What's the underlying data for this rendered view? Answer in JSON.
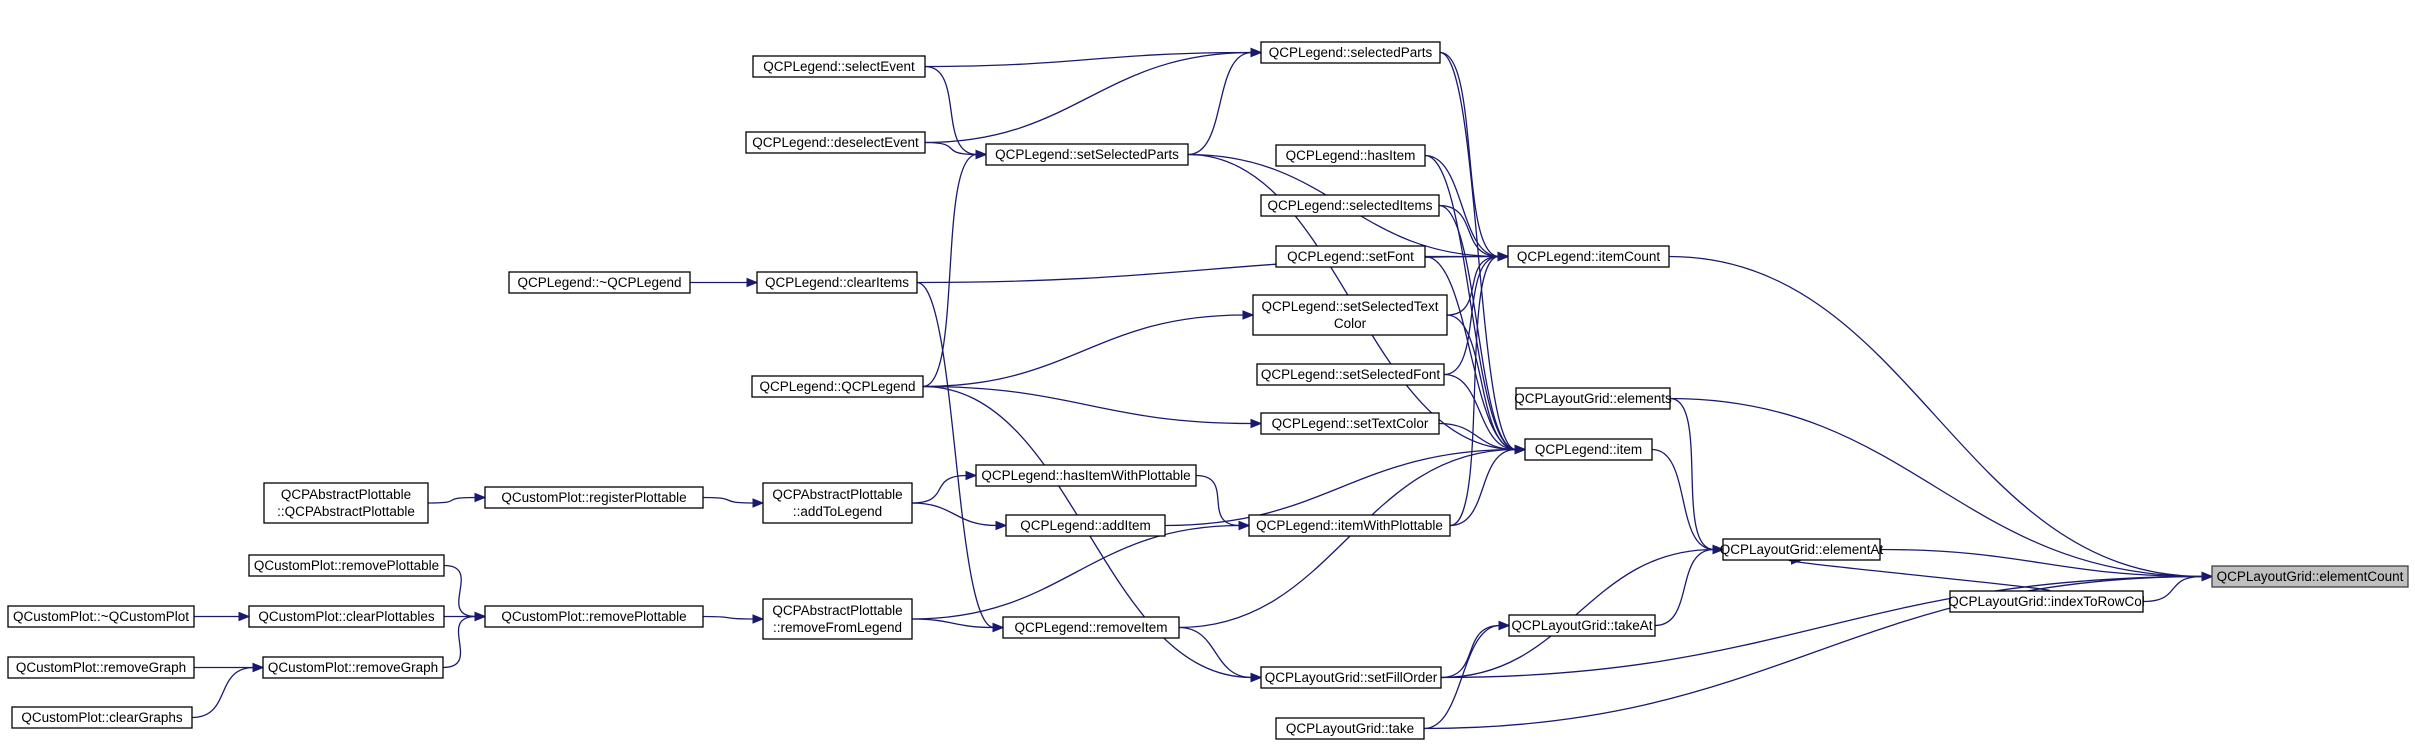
{
  "graph": {
    "nodes": [
      {
        "id": "elementCount",
        "lines": [
          "QCPLayoutGrid::elementCount"
        ],
        "focus": true
      },
      {
        "id": "elementAt",
        "lines": [
          "QCPLayoutGrid::elementAt"
        ]
      },
      {
        "id": "indexToRowCol",
        "lines": [
          "QCPLayoutGrid::indexToRowCol"
        ]
      },
      {
        "id": "itemCount",
        "lines": [
          "QCPLegend::itemCount"
        ]
      },
      {
        "id": "item",
        "lines": [
          "QCPLegend::item"
        ]
      },
      {
        "id": "elements",
        "lines": [
          "QCPLayoutGrid::elements"
        ]
      },
      {
        "id": "takeAt",
        "lines": [
          "QCPLayoutGrid::takeAt"
        ]
      },
      {
        "id": "take",
        "lines": [
          "QCPLayoutGrid::take"
        ]
      },
      {
        "id": "setFillOrder",
        "lines": [
          "QCPLayoutGrid::setFillOrder"
        ]
      },
      {
        "id": "selectedParts",
        "lines": [
          "QCPLegend::selectedParts"
        ]
      },
      {
        "id": "hasItem",
        "lines": [
          "QCPLegend::hasItem"
        ]
      },
      {
        "id": "selectedItems",
        "lines": [
          "QCPLegend::selectedItems"
        ]
      },
      {
        "id": "setFont",
        "lines": [
          "QCPLegend::setFont"
        ]
      },
      {
        "id": "setSelectedTextColor",
        "lines": [
          "QCPLegend::setSelectedText",
          "Color"
        ]
      },
      {
        "id": "setSelectedFont",
        "lines": [
          "QCPLegend::setSelectedFont"
        ]
      },
      {
        "id": "setTextColor",
        "lines": [
          "QCPLegend::setTextColor"
        ]
      },
      {
        "id": "itemWithPlottable",
        "lines": [
          "QCPLegend::itemWithPlottable"
        ]
      },
      {
        "id": "setSelectedParts",
        "lines": [
          "QCPLegend::setSelectedParts"
        ]
      },
      {
        "id": "hasItemWithPlottable",
        "lines": [
          "QCPLegend::hasItemWithPlottable"
        ]
      },
      {
        "id": "addItem",
        "lines": [
          "QCPLegend::addItem"
        ]
      },
      {
        "id": "removeItem",
        "lines": [
          "QCPLegend::removeItem"
        ]
      },
      {
        "id": "selectEvent",
        "lines": [
          "QCPLegend::selectEvent"
        ]
      },
      {
        "id": "deselectEvent",
        "lines": [
          "QCPLegend::deselectEvent"
        ]
      },
      {
        "id": "clearItems",
        "lines": [
          "QCPLegend::clearItems"
        ]
      },
      {
        "id": "ctor",
        "lines": [
          "QCPLegend::QCPLegend"
        ]
      },
      {
        "id": "dtor",
        "lines": [
          "QCPLegend::~QCPLegend"
        ]
      },
      {
        "id": "addToLegend",
        "lines": [
          "QCPAbstractPlottable",
          "::addToLegend"
        ]
      },
      {
        "id": "removeFromLegend",
        "lines": [
          "QCPAbstractPlottable",
          "::removeFromLegend"
        ]
      },
      {
        "id": "registerPlottable",
        "lines": [
          "QCustomPlot::registerPlottable"
        ]
      },
      {
        "id": "absCtor",
        "lines": [
          "QCPAbstractPlottable",
          "::QCPAbstractPlottable"
        ]
      },
      {
        "id": "removePlottableA",
        "lines": [
          "QCustomPlot::removePlottable"
        ]
      },
      {
        "id": "removePlottableB",
        "lines": [
          "QCustomPlot::removePlottable"
        ]
      },
      {
        "id": "clearPlottables",
        "lines": [
          "QCustomPlot::clearPlottables"
        ]
      },
      {
        "id": "removeGraphA",
        "lines": [
          "QCustomPlot::removeGraph"
        ]
      },
      {
        "id": "removeGraphB",
        "lines": [
          "QCustomPlot::removeGraph"
        ]
      },
      {
        "id": "cpDtor",
        "lines": [
          "QCustomPlot::~QCustomPlot"
        ]
      },
      {
        "id": "clearGraphs",
        "lines": [
          "QCustomPlot::clearGraphs"
        ]
      }
    ],
    "edges": [
      {
        "from": "elementAt",
        "to": "elementCount"
      },
      {
        "from": "indexToRowCol",
        "to": "elementCount"
      },
      {
        "from": "itemCount",
        "to": "elementCount"
      },
      {
        "from": "elements",
        "to": "elementCount"
      },
      {
        "from": "setFillOrder",
        "to": "elementCount"
      },
      {
        "from": "take",
        "to": "elementCount"
      },
      {
        "from": "indexToRowCol",
        "to": "elementAt"
      },
      {
        "from": "item",
        "to": "elementAt"
      },
      {
        "from": "elements",
        "to": "elementAt"
      },
      {
        "from": "takeAt",
        "to": "elementAt"
      },
      {
        "from": "setFillOrder",
        "to": "elementAt"
      },
      {
        "from": "removeItem",
        "to": "item"
      },
      {
        "from": "take",
        "to": "takeAt"
      },
      {
        "from": "setFillOrder",
        "to": "takeAt"
      },
      {
        "from": "removeItem",
        "to": "setFillOrder"
      },
      {
        "from": "ctor",
        "to": "setFillOrder"
      },
      {
        "from": "selectedParts",
        "to": "itemCount"
      },
      {
        "from": "setSelectedParts",
        "to": "itemCount"
      },
      {
        "from": "hasItem",
        "to": "itemCount"
      },
      {
        "from": "selectedItems",
        "to": "itemCount"
      },
      {
        "from": "setFont",
        "to": "itemCount"
      },
      {
        "from": "setSelectedTextColor",
        "to": "itemCount"
      },
      {
        "from": "setSelectedFont",
        "to": "itemCount"
      },
      {
        "from": "itemWithPlottable",
        "to": "itemCount"
      },
      {
        "from": "clearItems",
        "to": "itemCount"
      },
      {
        "from": "selectedParts",
        "to": "item"
      },
      {
        "from": "hasItem",
        "to": "item"
      },
      {
        "from": "selectedItems",
        "to": "item"
      },
      {
        "from": "setFont",
        "to": "item"
      },
      {
        "from": "setSelectedTextColor",
        "to": "item"
      },
      {
        "from": "setSelectedFont",
        "to": "item"
      },
      {
        "from": "setTextColor",
        "to": "item"
      },
      {
        "from": "itemWithPlottable",
        "to": "item"
      },
      {
        "from": "setSelectedParts",
        "to": "item"
      },
      {
        "from": "addItem",
        "to": "item"
      },
      {
        "from": "selectEvent",
        "to": "selectedParts"
      },
      {
        "from": "deselectEvent",
        "to": "selectedParts"
      },
      {
        "from": "setSelectedParts",
        "to": "selectedParts"
      },
      {
        "from": "selectEvent",
        "to": "setSelectedParts"
      },
      {
        "from": "deselectEvent",
        "to": "setSelectedParts"
      },
      {
        "from": "ctor",
        "to": "setSelectedParts"
      },
      {
        "from": "ctor",
        "to": "setSelectedTextColor"
      },
      {
        "from": "ctor",
        "to": "setTextColor"
      },
      {
        "from": "hasItemWithPlottable",
        "to": "itemWithPlottable"
      },
      {
        "from": "removeFromLegend",
        "to": "itemWithPlottable"
      },
      {
        "from": "addToLegend",
        "to": "hasItemWithPlottable"
      },
      {
        "from": "addToLegend",
        "to": "addItem"
      },
      {
        "from": "removeFromLegend",
        "to": "removeItem"
      },
      {
        "from": "clearItems",
        "to": "removeItem"
      },
      {
        "from": "dtor",
        "to": "clearItems"
      },
      {
        "from": "registerPlottable",
        "to": "addToLegend"
      },
      {
        "from": "absCtor",
        "to": "registerPlottable"
      },
      {
        "from": "removePlottableB",
        "to": "removeFromLegend"
      },
      {
        "from": "removePlottableA",
        "to": "removePlottableB"
      },
      {
        "from": "clearPlottables",
        "to": "removePlottableB"
      },
      {
        "from": "removeGraphA",
        "to": "removePlottableB"
      },
      {
        "from": "cpDtor",
        "to": "clearPlottables"
      },
      {
        "from": "removeGraphB",
        "to": "removeGraphA"
      },
      {
        "from": "clearGraphs",
        "to": "removeGraphA"
      }
    ]
  }
}
